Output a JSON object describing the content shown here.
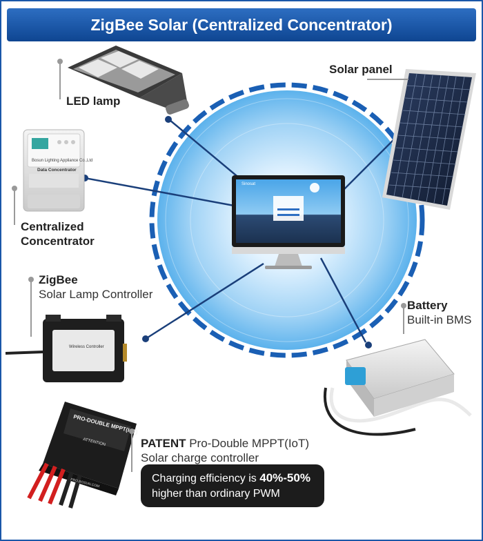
{
  "title": "ZigBee Solar (Centralized Concentrator)",
  "labels": {
    "led_lamp": "LED lamp",
    "solar_panel": "Solar panel",
    "concentrator_1": "Centralized",
    "concentrator_2": "Concentrator",
    "zigbee": "ZigBee",
    "zigbee_sub": "Solar Lamp Controller",
    "battery": "Battery",
    "battery_sub": "Built-in BMS",
    "patent": "PATENT",
    "patent_rest": "Pro-Double MPPT(IoT)",
    "charge_ctrl": "Solar charge controller"
  },
  "device_text": {
    "concentrator_title": "Data Concentrator",
    "concentrator_brand": "Bosun Lighting Appliance Co.,Ltd",
    "controller_title": "Wireless Controller",
    "mppt_brand": "PRO-DOUBLE MPPT(IoT)",
    "mppt_attention": "ATTENTION",
    "mppt_footer": "PRO.BOSUN.COM",
    "monitor_brand": "Sinosat"
  },
  "efficiency": {
    "pre": "Charging efficiency is ",
    "value": "40%-50%",
    "post": "higher than ordinary PWM"
  },
  "colors": {
    "title_bg": "#1a57a8",
    "link_line": "#1a3f7a",
    "circle_dash": "#1a5fb4",
    "halo": "#9fd2f5"
  }
}
